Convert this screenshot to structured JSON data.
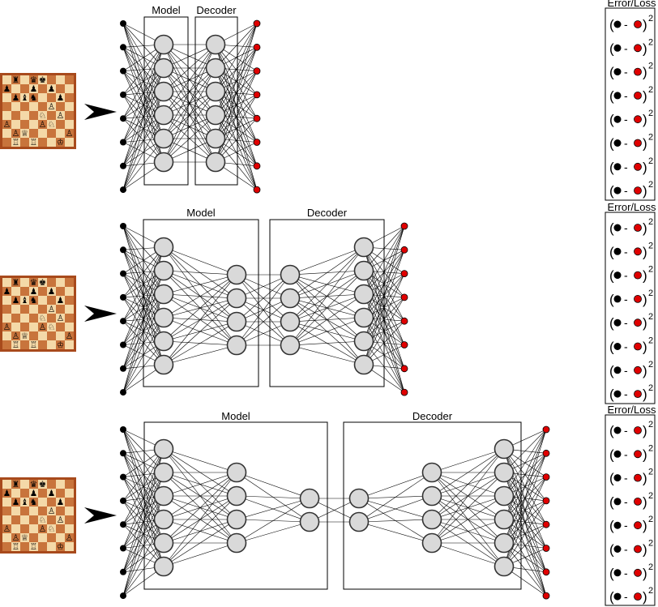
{
  "rows": [
    {
      "model_label": "Model",
      "decoder_label": "Decoder"
    },
    {
      "model_label": "Model",
      "decoder_label": "Decoder"
    },
    {
      "model_label": "Model",
      "decoder_label": "Decoder"
    }
  ],
  "loss_panels": [
    {
      "title": "Error/Loss",
      "terms": [
        {
          "open": "(",
          "minus": "-",
          "close": ")",
          "exponent": "2"
        },
        {
          "open": "(",
          "minus": "-",
          "close": ")",
          "exponent": "2"
        },
        {
          "open": "(",
          "minus": "-",
          "close": ")",
          "exponent": "2"
        },
        {
          "open": "(",
          "minus": "-",
          "close": ")",
          "exponent": "2"
        },
        {
          "open": "(",
          "minus": "-",
          "close": ")",
          "exponent": "2"
        },
        {
          "open": "(",
          "minus": "-",
          "close": ")",
          "exponent": "2"
        },
        {
          "open": "(",
          "minus": "-",
          "close": ")",
          "exponent": "2"
        },
        {
          "open": "(",
          "minus": "-",
          "close": ")",
          "exponent": "2"
        }
      ]
    },
    {
      "title": "Error/Loss",
      "terms": [
        {
          "open": "(",
          "minus": "-",
          "close": ")",
          "exponent": "2"
        },
        {
          "open": "(",
          "minus": "-",
          "close": ")",
          "exponent": "2"
        },
        {
          "open": "(",
          "minus": "-",
          "close": ")",
          "exponent": "2"
        },
        {
          "open": "(",
          "minus": "-",
          "close": ")",
          "exponent": "2"
        },
        {
          "open": "(",
          "minus": "-",
          "close": ")",
          "exponent": "2"
        },
        {
          "open": "(",
          "minus": "-",
          "close": ")",
          "exponent": "2"
        },
        {
          "open": "(",
          "minus": "-",
          "close": ")",
          "exponent": "2"
        },
        {
          "open": "(",
          "minus": "-",
          "close": ")",
          "exponent": "2"
        }
      ]
    },
    {
      "title": "Error/Loss",
      "terms": [
        {
          "open": "(",
          "minus": "-",
          "close": ")",
          "exponent": "2"
        },
        {
          "open": "(",
          "minus": "-",
          "close": ")",
          "exponent": "2"
        },
        {
          "open": "(",
          "minus": "-",
          "close": ")",
          "exponent": "2"
        },
        {
          "open": "(",
          "minus": "-",
          "close": ")",
          "exponent": "2"
        },
        {
          "open": "(",
          "minus": "-",
          "close": ")",
          "exponent": "2"
        },
        {
          "open": "(",
          "minus": "-",
          "close": ")",
          "exponent": "2"
        },
        {
          "open": "(",
          "minus": "-",
          "close": ")",
          "exponent": "2"
        },
        {
          "open": "(",
          "minus": "-",
          "close": ")",
          "exponent": "2"
        }
      ]
    }
  ],
  "chess_board": {
    "light_color": "#f4d9a8",
    "dark_color": "#c8743c",
    "frame_color": "#a84a1c",
    "pieces": [
      [
        "",
        "♜",
        "",
        "♛",
        "♚",
        "",
        "",
        ""
      ],
      [
        "♟",
        "",
        "",
        "♟",
        "",
        "♟",
        "",
        ""
      ],
      [
        "",
        "♟",
        "♝",
        "♞",
        "",
        "",
        "♟",
        ""
      ],
      [
        "",
        "",
        "",
        "",
        "",
        "♙",
        "",
        ""
      ],
      [
        "",
        "",
        "",
        "",
        "♘",
        "",
        "♙",
        ""
      ],
      [
        "♙",
        "",
        "",
        "",
        "♙",
        "♘",
        "",
        ""
      ],
      [
        "",
        "♙",
        "♕",
        "",
        "",
        "",
        "",
        "♙"
      ],
      [
        "",
        "♖",
        "",
        "♖",
        "",
        "",
        "♔",
        ""
      ]
    ]
  },
  "colors": {
    "line": "#000000",
    "neuron_fill": "#d9d9d9",
    "neuron_stroke": "#333333",
    "input_node": "#000000",
    "output_node": "#e00000"
  }
}
